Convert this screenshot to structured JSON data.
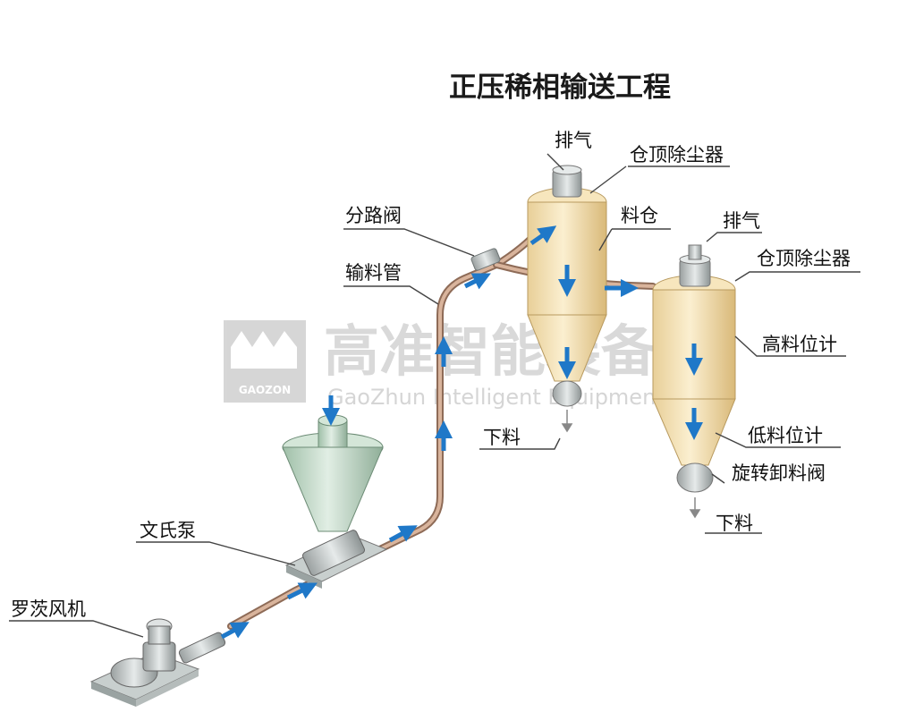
{
  "title": "正压稀相输送工程",
  "labels": {
    "exhaust_1": "排气",
    "dust_collector_1": "仓顶除尘器",
    "silo": "料仓",
    "diverter_valve": "分路阀",
    "conveying_pipe": "输料管",
    "exhaust_2": "排气",
    "dust_collector_2": "仓顶除尘器",
    "high_level": "高料位计",
    "low_level": "低料位计",
    "rotary_valve": "旋转卸料阀",
    "discharge_1": "下料",
    "discharge_2": "下料",
    "venturi_pump": "文氏泵",
    "roots_blower": "罗茨风机"
  },
  "watermark": {
    "cn": "高准智能装备",
    "en": "GaoZhun Intelligent Equipment",
    "logo": "GAOZON"
  },
  "colors": {
    "pipe": "#b08a72",
    "arrow": "#1f78c8",
    "silo_body": "#f3dfb0",
    "pump_body": "#b9d3bf",
    "watermark": "#c9c9c9"
  }
}
